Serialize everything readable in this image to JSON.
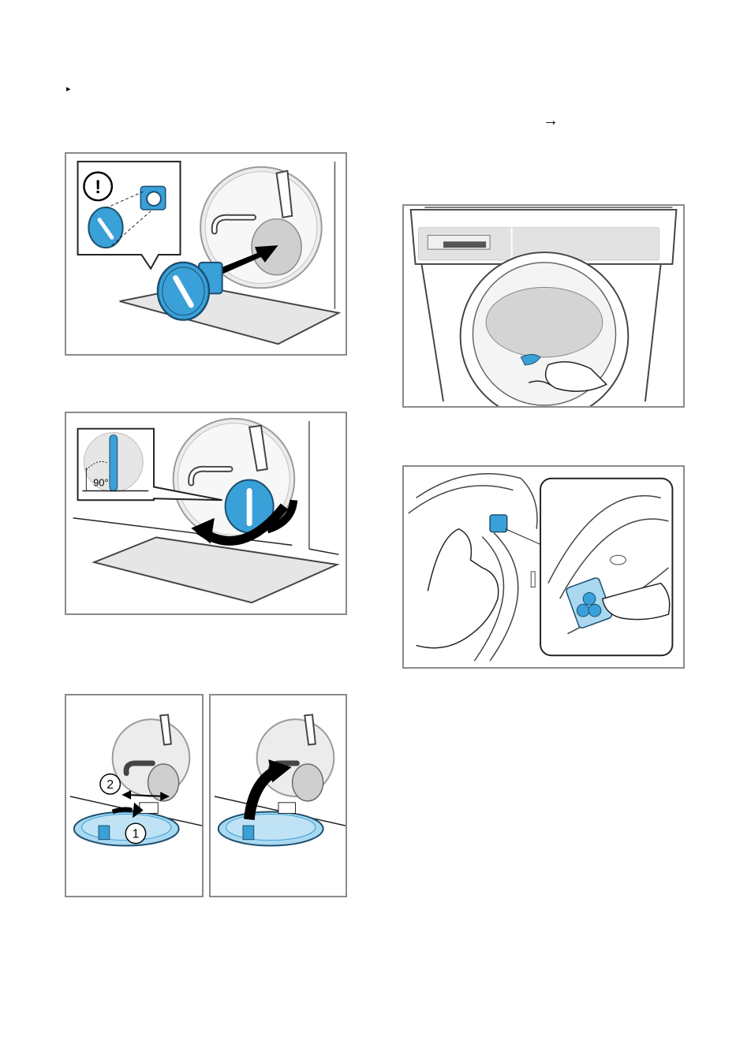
{
  "page": {
    "bullet_icon": "triangle-right-bullet-icon",
    "arrow_icon": "right-arrow-icon"
  },
  "glyphs": {
    "bullet": "▸",
    "arrow": "→"
  },
  "figures": {
    "fig1": {
      "name": "insert-pump-cap-illustration",
      "warning_symbol": "!"
    },
    "fig2": {
      "name": "rotate-pump-cap-illustration",
      "angle_label": "90°"
    },
    "fig3a": {
      "name": "service-flap-hooks-illustration",
      "step_1": "1",
      "step_2": "2"
    },
    "fig3b": {
      "name": "close-service-flap-illustration"
    },
    "fig4": {
      "name": "drum-door-seal-illustration"
    },
    "fig5": {
      "name": "door-seal-clip-illustration"
    }
  },
  "colors": {
    "accent_blue": "#3aa0d8",
    "light_blue": "#a9d8f0",
    "frame_gray": "#8a8a8a",
    "line_gray": "#555555",
    "fill_gray": "#d4d4d4"
  }
}
